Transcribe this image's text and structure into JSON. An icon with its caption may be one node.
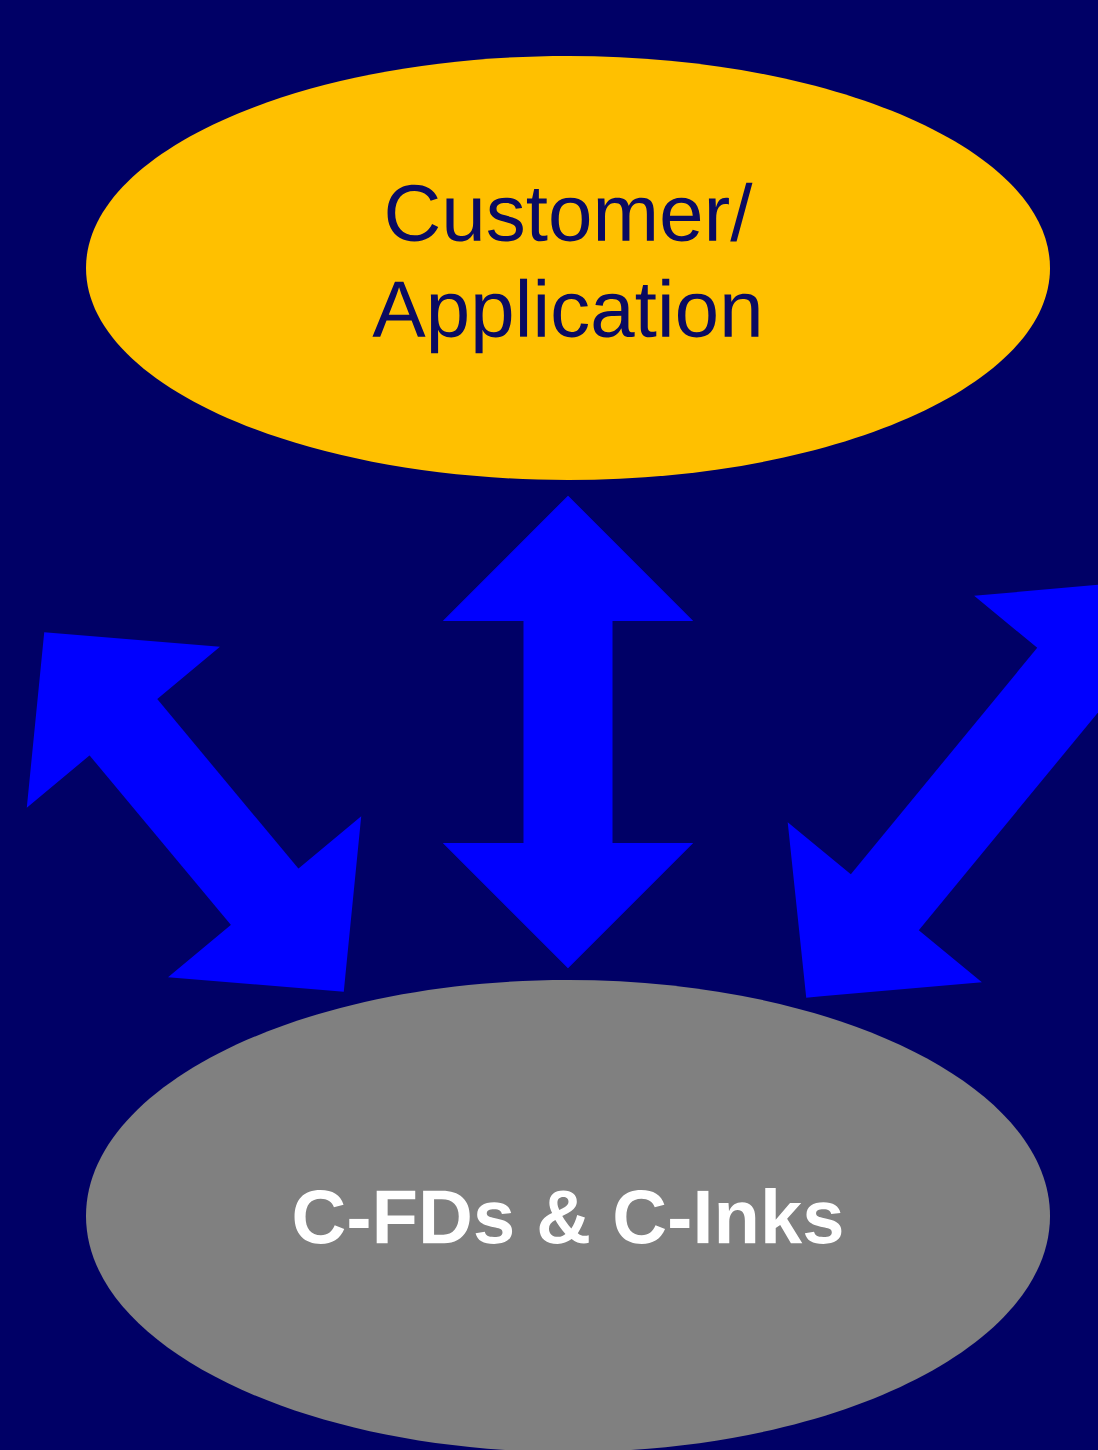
{
  "diagram": {
    "nodes": [
      {
        "text": [
          "Customer/ Application"
        ]
      },
      {
        "text": [
          "C-FDs & C-Inks"
        ]
      }
    ],
    "edges": [
      {
        "from": 0,
        "to": 1,
        "arrow": "both"
      },
      {
        "from": null,
        "to": 1,
        "arrow": "both"
      },
      {
        "from": 1,
        "to": null,
        "arrow": "both"
      }
    ]
  }
}
